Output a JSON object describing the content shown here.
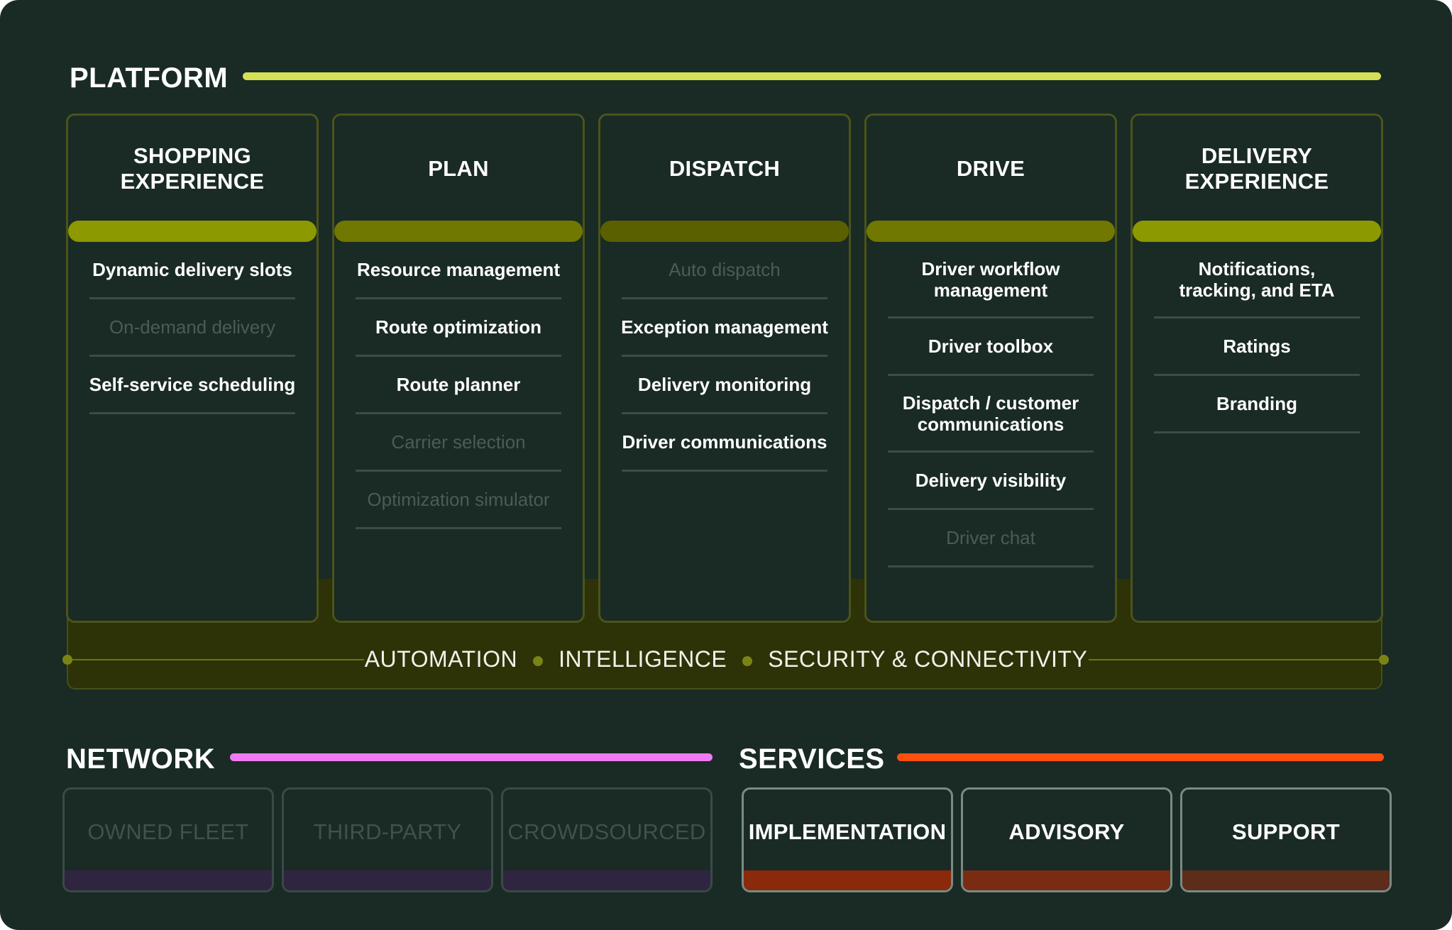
{
  "colors": {
    "background": "#1a2a25",
    "platform_line": "#d4e157",
    "network_line": "#f07af5",
    "services_line": "#ff4f0f"
  },
  "platform": {
    "title": "PLATFORM",
    "columns": [
      {
        "title": "SHOPPING EXPERIENCE",
        "bar_color": "#8c9900",
        "items": [
          {
            "label": "Dynamic delivery slots",
            "enabled": true
          },
          {
            "label": "On-demand delivery",
            "enabled": false
          },
          {
            "label": "Self-service scheduling",
            "enabled": true
          }
        ]
      },
      {
        "title": "PLAN",
        "bar_color": "#717800",
        "items": [
          {
            "label": "Resource management",
            "enabled": true
          },
          {
            "label": "Route optimization",
            "enabled": true
          },
          {
            "label": "Route planner",
            "enabled": true
          },
          {
            "label": "Carrier selection",
            "enabled": false
          },
          {
            "label": "Optimization simulator",
            "enabled": false
          }
        ]
      },
      {
        "title": "DISPATCH",
        "bar_color": "#5a5f00",
        "items": [
          {
            "label": "Auto dispatch",
            "enabled": false
          },
          {
            "label": "Exception management",
            "enabled": true
          },
          {
            "label": "Delivery monitoring",
            "enabled": true
          },
          {
            "label": "Driver communications",
            "enabled": true
          }
        ]
      },
      {
        "title": "DRIVE",
        "bar_color": "#717800",
        "items": [
          {
            "label": "Driver workflow management",
            "enabled": true,
            "lines": 2
          },
          {
            "label": "Driver toolbox",
            "enabled": true
          },
          {
            "label": "Dispatch / customer communications",
            "enabled": true,
            "lines": 2
          },
          {
            "label": "Delivery visibility",
            "enabled": true
          },
          {
            "label": "Driver chat",
            "enabled": false
          }
        ]
      },
      {
        "title": "DELIVERY EXPERIENCE",
        "bar_color": "#8c9900",
        "items": [
          {
            "label": "Notifications, tracking, and ETA",
            "enabled": true,
            "lines": 2
          },
          {
            "label": "Ratings",
            "enabled": true
          },
          {
            "label": "Branding",
            "enabled": true
          }
        ]
      }
    ],
    "pillars": [
      "AUTOMATION",
      "INTELLIGENCE",
      "SECURITY & CONNECTIVITY"
    ]
  },
  "network": {
    "title": "NETWORK",
    "cards": [
      "OWNED FLEET",
      "THIRD-PARTY",
      "CROWDSOURCED"
    ]
  },
  "services": {
    "title": "SERVICES",
    "cards": [
      {
        "label": "IMPLEMENTATION",
        "base_color": "#8a2a0a"
      },
      {
        "label": "ADVISORY",
        "base_color": "#7a2c12"
      },
      {
        "label": "SUPPORT",
        "base_color": "#5e2c1a"
      }
    ]
  }
}
